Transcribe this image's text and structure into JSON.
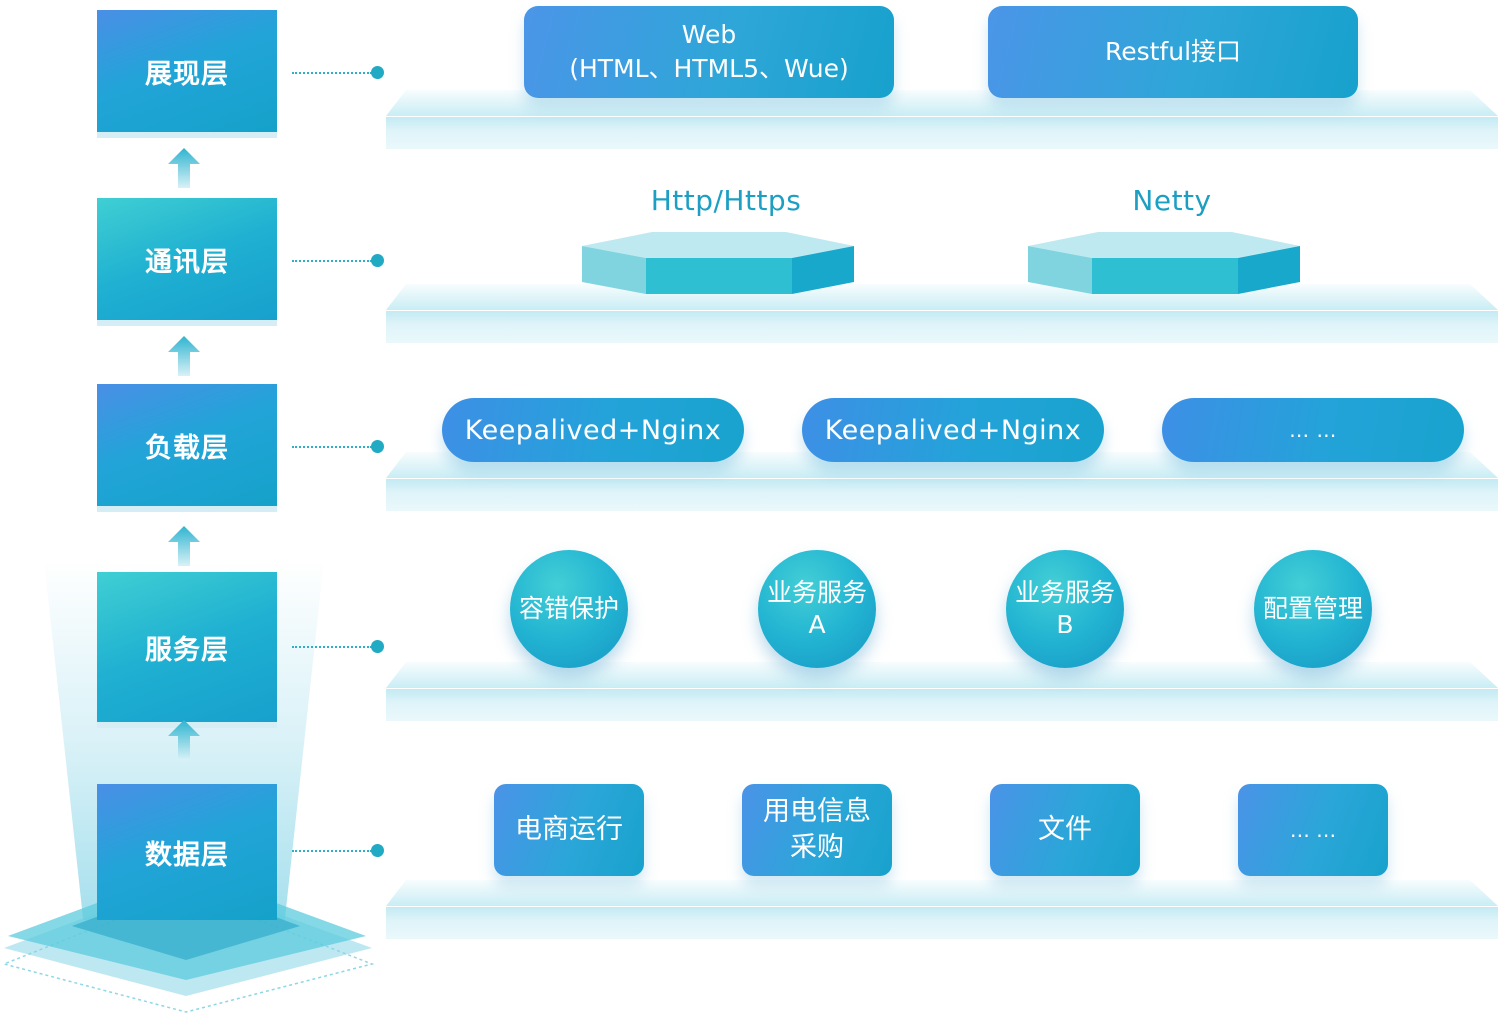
{
  "layers": [
    {
      "label": "展现层"
    },
    {
      "label": "通讯层"
    },
    {
      "label": "负载层"
    },
    {
      "label": "服务层"
    },
    {
      "label": "数据层"
    }
  ],
  "presentation": {
    "web": "Web\n(HTML、HTML5、Wue)",
    "restful": "Restful接口"
  },
  "communication": {
    "http": "Http/Https",
    "netty": "Netty"
  },
  "load": {
    "items": [
      "Keepalived+Nginx",
      "Keepalived+Nginx",
      "… …"
    ]
  },
  "service": {
    "items": [
      "容错保护",
      "业务服务\nA",
      "业务服务\nB",
      "配置管理"
    ]
  },
  "data": {
    "items": [
      "电商运行",
      "用电信息\n采购",
      "文件",
      "… …"
    ]
  },
  "colors": {
    "blue": "#4a8fe6",
    "teal": "#17a2cc",
    "cyan": "#3fcfd3",
    "platform": "#d5eef5"
  }
}
